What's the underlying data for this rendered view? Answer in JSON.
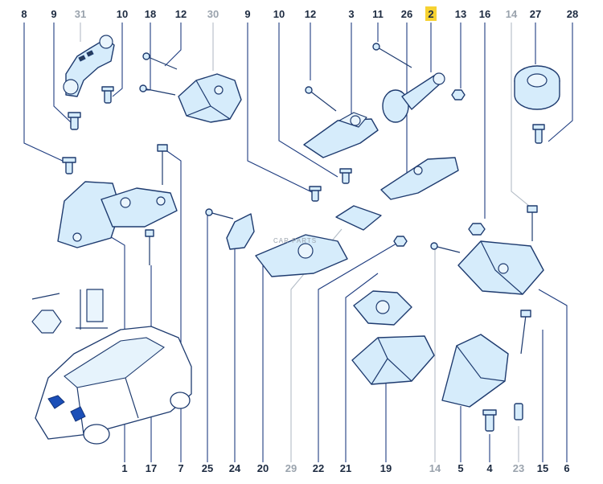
{
  "diagram": {
    "top_labels": [
      {
        "id": "t8",
        "text": "8",
        "style": "normal"
      },
      {
        "id": "t9a",
        "text": "9",
        "style": "normal"
      },
      {
        "id": "t31",
        "text": "31",
        "style": "grey"
      },
      {
        "id": "t10a",
        "text": "10",
        "style": "normal"
      },
      {
        "id": "t18",
        "text": "18",
        "style": "normal"
      },
      {
        "id": "t12a",
        "text": "12",
        "style": "normal"
      },
      {
        "id": "t30",
        "text": "30",
        "style": "grey"
      },
      {
        "id": "t9b",
        "text": "9",
        "style": "normal"
      },
      {
        "id": "t10b",
        "text": "10",
        "style": "normal"
      },
      {
        "id": "t12b",
        "text": "12",
        "style": "normal"
      },
      {
        "id": "t3",
        "text": "3",
        "style": "normal"
      },
      {
        "id": "t11",
        "text": "11",
        "style": "normal"
      },
      {
        "id": "t26",
        "text": "26",
        "style": "normal"
      },
      {
        "id": "t2",
        "text": "2",
        "style": "highlight"
      },
      {
        "id": "t13",
        "text": "13",
        "style": "normal"
      },
      {
        "id": "t16",
        "text": "16",
        "style": "normal"
      },
      {
        "id": "t14a",
        "text": "14",
        "style": "grey"
      },
      {
        "id": "t27",
        "text": "27",
        "style": "normal"
      },
      {
        "id": "t28",
        "text": "28",
        "style": "normal"
      }
    ],
    "bottom_labels": [
      {
        "id": "b1",
        "text": "1",
        "style": "normal"
      },
      {
        "id": "b17",
        "text": "17",
        "style": "normal"
      },
      {
        "id": "b7",
        "text": "7",
        "style": "normal"
      },
      {
        "id": "b25",
        "text": "25",
        "style": "normal"
      },
      {
        "id": "b24",
        "text": "24",
        "style": "normal"
      },
      {
        "id": "b20",
        "text": "20",
        "style": "normal"
      },
      {
        "id": "b29",
        "text": "29",
        "style": "grey"
      },
      {
        "id": "b22",
        "text": "22",
        "style": "normal"
      },
      {
        "id": "b21",
        "text": "21",
        "style": "normal"
      },
      {
        "id": "b19",
        "text": "19",
        "style": "normal"
      },
      {
        "id": "b14",
        "text": "14",
        "style": "grey"
      },
      {
        "id": "b5",
        "text": "5",
        "style": "normal"
      },
      {
        "id": "b4",
        "text": "4",
        "style": "normal"
      },
      {
        "id": "b23",
        "text": "23",
        "style": "grey"
      },
      {
        "id": "b15",
        "text": "15",
        "style": "normal"
      },
      {
        "id": "b6",
        "text": "6",
        "style": "normal"
      }
    ],
    "highlight_color": "#f6d232",
    "line_color": "#1f3d80",
    "part_fill": "#d6ecfb",
    "watermark": "CAR  PARTS"
  }
}
